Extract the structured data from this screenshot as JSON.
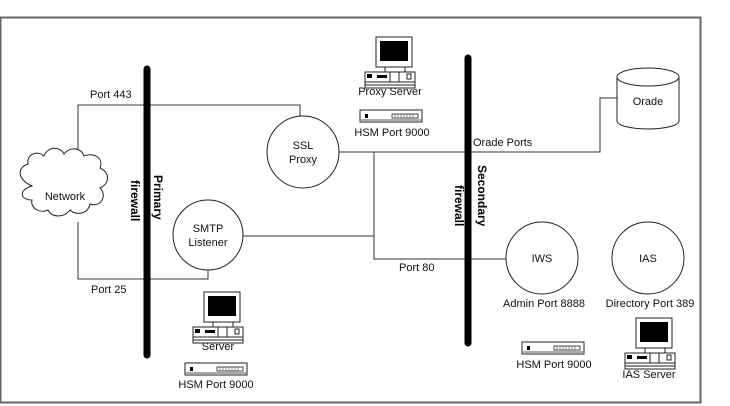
{
  "diagram": {
    "title": "",
    "firewalls": {
      "primary": {
        "line1": "Primary",
        "line2": "firewall"
      },
      "secondary": {
        "line1": "Secondary",
        "line2": "firewall"
      }
    },
    "nodes": {
      "network": {
        "label": "Network",
        "shape": "cloud"
      },
      "ssl_proxy": {
        "line1": "SSL",
        "line2": "Proxy",
        "shape": "circle"
      },
      "smtp_listener": {
        "line1": "SMTP",
        "line2": "Listener",
        "shape": "circle"
      },
      "oracle": {
        "label": "Orade",
        "shape": "cylinder"
      },
      "iws": {
        "label": "IWS",
        "caption": "Admin Port 8888",
        "shape": "circle"
      },
      "ias": {
        "label": "IAS",
        "caption": "Directory Port 389",
        "shape": "circle"
      }
    },
    "devices": {
      "proxy_server": {
        "label": "Proxy Server",
        "icon": "computer-icon"
      },
      "proxy_hsm": {
        "label": "HSM Port 9000",
        "icon": "hsm-device-icon"
      },
      "server": {
        "label": "Server",
        "icon": "computer-icon"
      },
      "server_hsm": {
        "label": "HSM Port 9000",
        "icon": "hsm-device-icon"
      },
      "iws_hsm": {
        "label": "HSM Port 9000",
        "icon": "hsm-device-icon"
      },
      "ias_server": {
        "label": "IAS Server",
        "icon": "computer-icon"
      }
    },
    "connections": {
      "port_443": "Port 443",
      "port_25": "Port 25",
      "port_80": "Port 80",
      "oracle_ports": "Orade Ports"
    },
    "colors": {
      "frame": "#666666",
      "line": "#333333",
      "firewall": "#000000"
    }
  }
}
